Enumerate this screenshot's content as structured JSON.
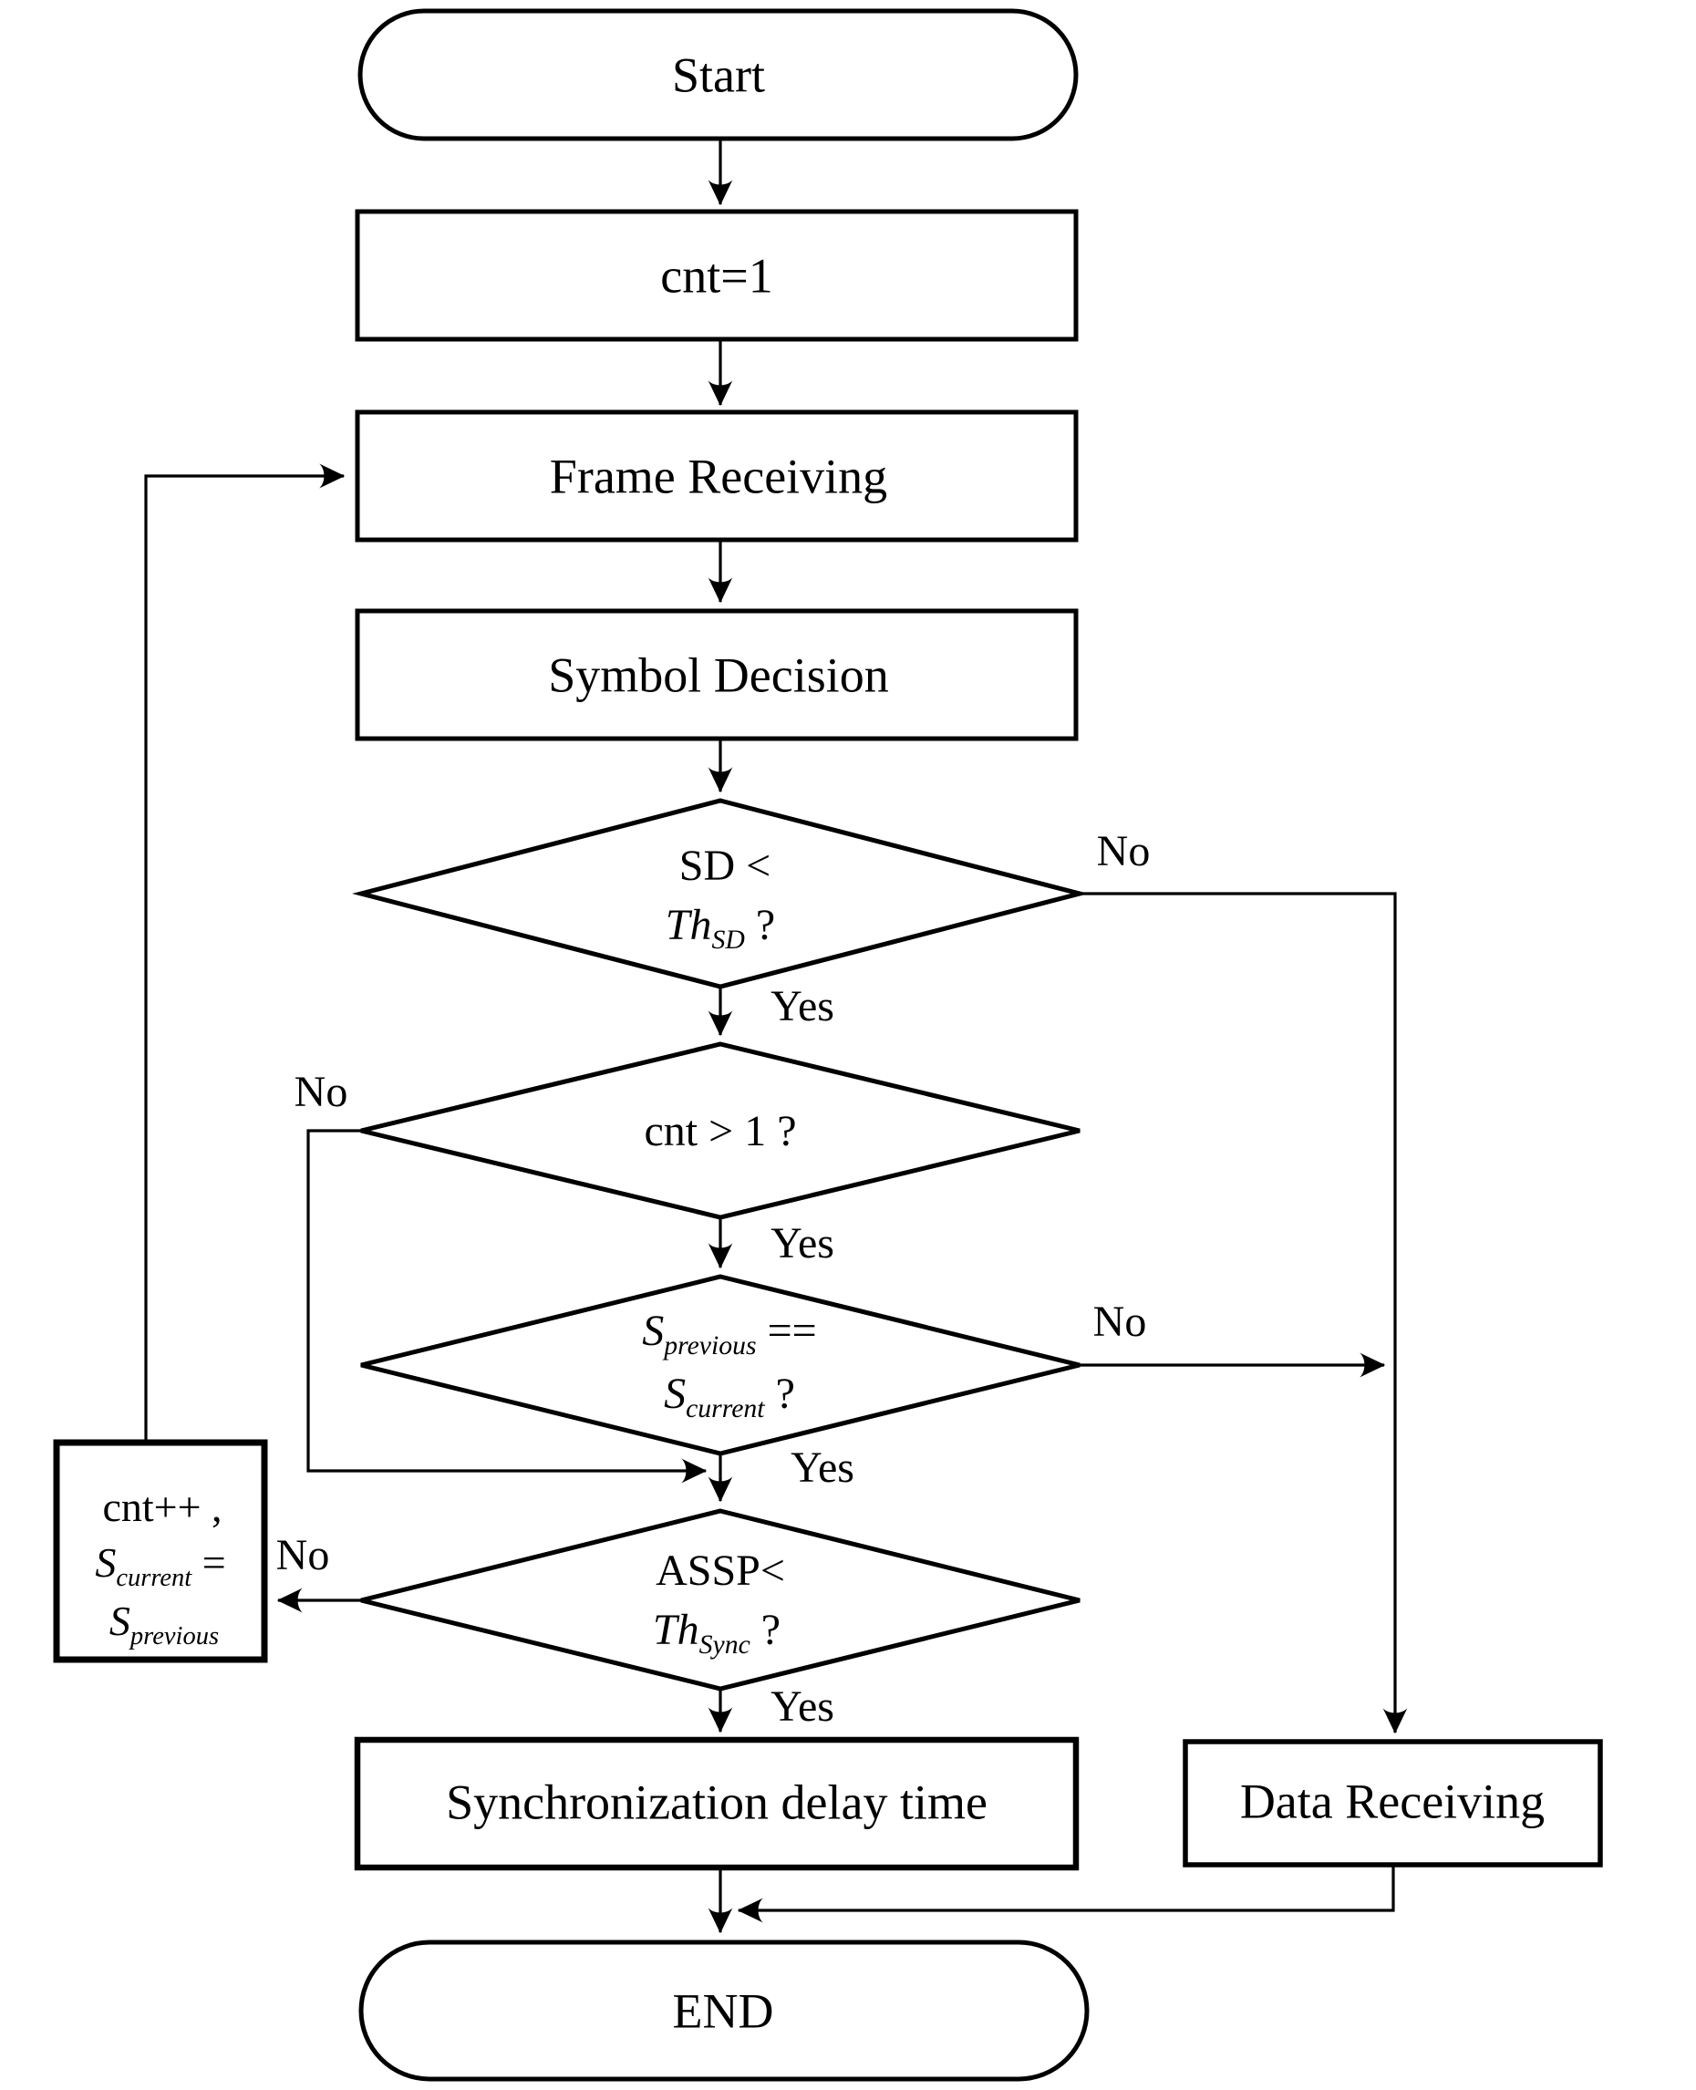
{
  "nodes": {
    "start": {
      "label": "Start"
    },
    "init": {
      "label": "cnt=1"
    },
    "frame": {
      "label": "Frame Receiving"
    },
    "symbol": {
      "label": "Symbol Decision"
    },
    "d1": {
      "line1": "SD <",
      "th": "Th",
      "th_sub": "SD",
      "q": " ?"
    },
    "d2": {
      "label": "cnt > 1 ?"
    },
    "d3": {
      "s_prev": "S",
      "s_prev_sub": "previous",
      "eq": " ==",
      "s_cur": "S",
      "s_cur_sub": "current",
      "q": " ?"
    },
    "d4": {
      "line1": "ASSP<",
      "th": "Th",
      "th_sub": "Sync",
      "q": " ?"
    },
    "update": {
      "line1": "cnt++ ,",
      "s_cur": "S",
      "s_cur_sub": "current",
      "assign": " =",
      "s_prev": "S",
      "s_prev_sub": "previous"
    },
    "sync": {
      "label": "Synchronization delay time"
    },
    "data_rx": {
      "label": "Data Receiving"
    },
    "end": {
      "label": "END"
    }
  },
  "edges": {
    "d1_yes": "Yes",
    "d1_no": "No",
    "d2_yes": "Yes",
    "d2_no": "No",
    "d3_yes": "Yes",
    "d3_no": "No",
    "d4_yes": "Yes",
    "d4_no": "No"
  },
  "colors": {
    "line": "#000000",
    "background": "#ffffff",
    "text": "#000000"
  }
}
